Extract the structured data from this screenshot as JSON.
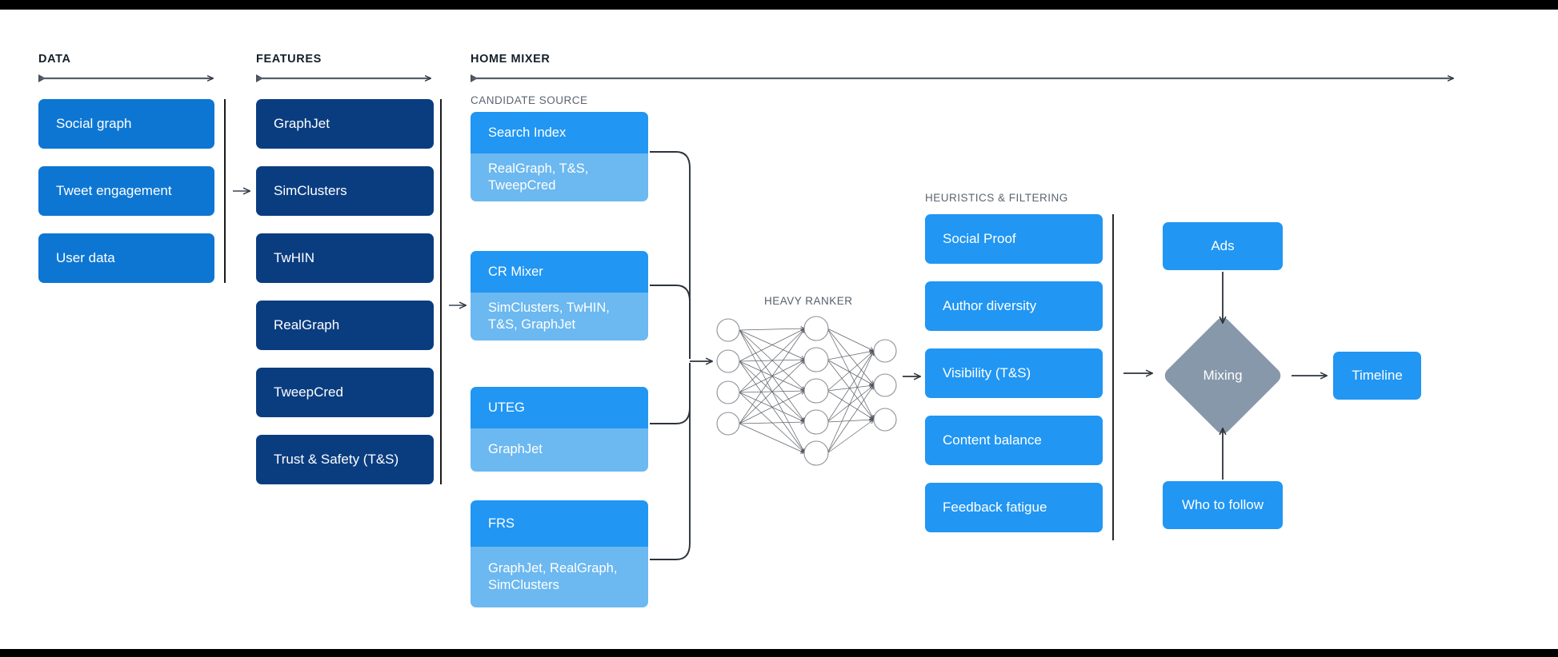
{
  "sections": {
    "data": {
      "title": "DATA"
    },
    "features": {
      "title": "FEATURES"
    },
    "home_mixer": {
      "title": "HOME MIXER"
    },
    "candidate_source": {
      "title": "CANDIDATE SOURCE"
    },
    "heavy_ranker": {
      "title": "HEAVY RANKER"
    },
    "heuristics": {
      "title": "HEURISTICS & FILTERING"
    }
  },
  "data_boxes": [
    {
      "label": "Social graph"
    },
    {
      "label": "Tweet engagement"
    },
    {
      "label": "User data"
    }
  ],
  "feature_boxes": [
    {
      "label": "GraphJet"
    },
    {
      "label": "SimClusters"
    },
    {
      "label": "TwHIN"
    },
    {
      "label": "RealGraph"
    },
    {
      "label": "TweepCred"
    },
    {
      "label": "Trust & Safety (T&S)"
    }
  ],
  "candidate_sources": [
    {
      "name": "Search Index",
      "features": "RealGraph, T&S,\nTweepCred"
    },
    {
      "name": "CR Mixer",
      "features": "SimClusters, TwHIN,\nT&S, GraphJet"
    },
    {
      "name": "UTEG",
      "features": "GraphJet"
    },
    {
      "name": "FRS",
      "features": "GraphJet, RealGraph,\nSimClusters"
    }
  ],
  "heuristic_boxes": [
    {
      "label": "Social Proof"
    },
    {
      "label": "Author diversity"
    },
    {
      "label": "Visibility (T&S)"
    },
    {
      "label": "Content balance"
    },
    {
      "label": "Feedback fatigue"
    }
  ],
  "output": {
    "ads": "Ads",
    "mixing": "Mixing",
    "who_to_follow": "Who to follow",
    "timeline": "Timeline"
  },
  "network": {
    "input_nodes": 4,
    "hidden_nodes": 5,
    "output_nodes": 3
  },
  "colors": {
    "data_blue": "#0d76d3",
    "feature_navy": "#0a3d80",
    "candidate_head": "#2196f3",
    "candidate_body": "#6cb8f0",
    "heuristic_blue": "#2196f3",
    "mixing_gray": "#8798aa",
    "arrow_gray": "#555f6b",
    "text_dark": "#16202c",
    "text_muted": "#5b6570"
  }
}
